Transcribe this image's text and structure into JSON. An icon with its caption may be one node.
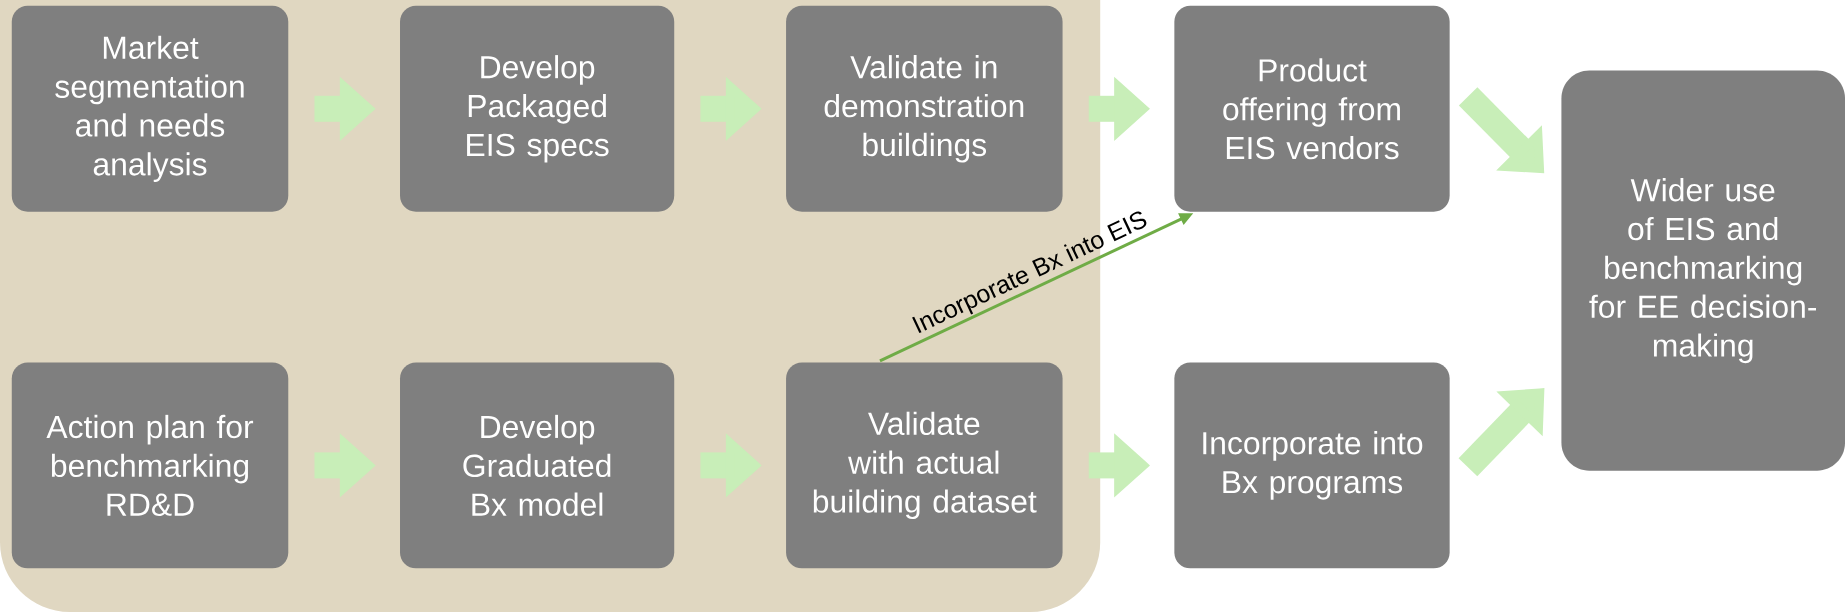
{
  "diagram": {
    "nodes": [
      {
        "text": [
          "Market segmentation and needs analysis"
        ]
      },
      {
        "text": [
          "Develop Packaged EIS specs"
        ]
      },
      {
        "text": [
          "Validate in demonstration buildings"
        ]
      },
      {
        "text": [
          "Product offering from EIS vendors"
        ]
      },
      {
        "text": [
          "Action plan for benchmarking RD&D"
        ]
      },
      {
        "text": [
          "Develop Graduated Bx model"
        ]
      },
      {
        "text": [
          "Validate with actual building dataset"
        ]
      },
      {
        "text": [
          "Incorporate into Bx programs"
        ]
      },
      {
        "text": [
          "Wider use of EIS and benchmarking for EE decision-making"
        ]
      }
    ],
    "edges": [
      {
        "from": 0,
        "to": 1,
        "arrow": "to"
      },
      {
        "from": 1,
        "to": 2,
        "arrow": "to"
      },
      {
        "from": 2,
        "to": 3,
        "arrow": "to"
      },
      {
        "from": 4,
        "to": 5,
        "arrow": "to"
      },
      {
        "from": 5,
        "to": 6,
        "arrow": "to"
      },
      {
        "from": 6,
        "to": 7,
        "arrow": "to"
      },
      {
        "from": 3,
        "to": 8,
        "arrow": "to"
      },
      {
        "from": 7,
        "to": 8,
        "arrow": "to"
      },
      {
        "from": 6,
        "to": 3,
        "arrow": "to",
        "label": "Incorporate Bx into EIS",
        "color": "#6fac46"
      }
    ]
  }
}
